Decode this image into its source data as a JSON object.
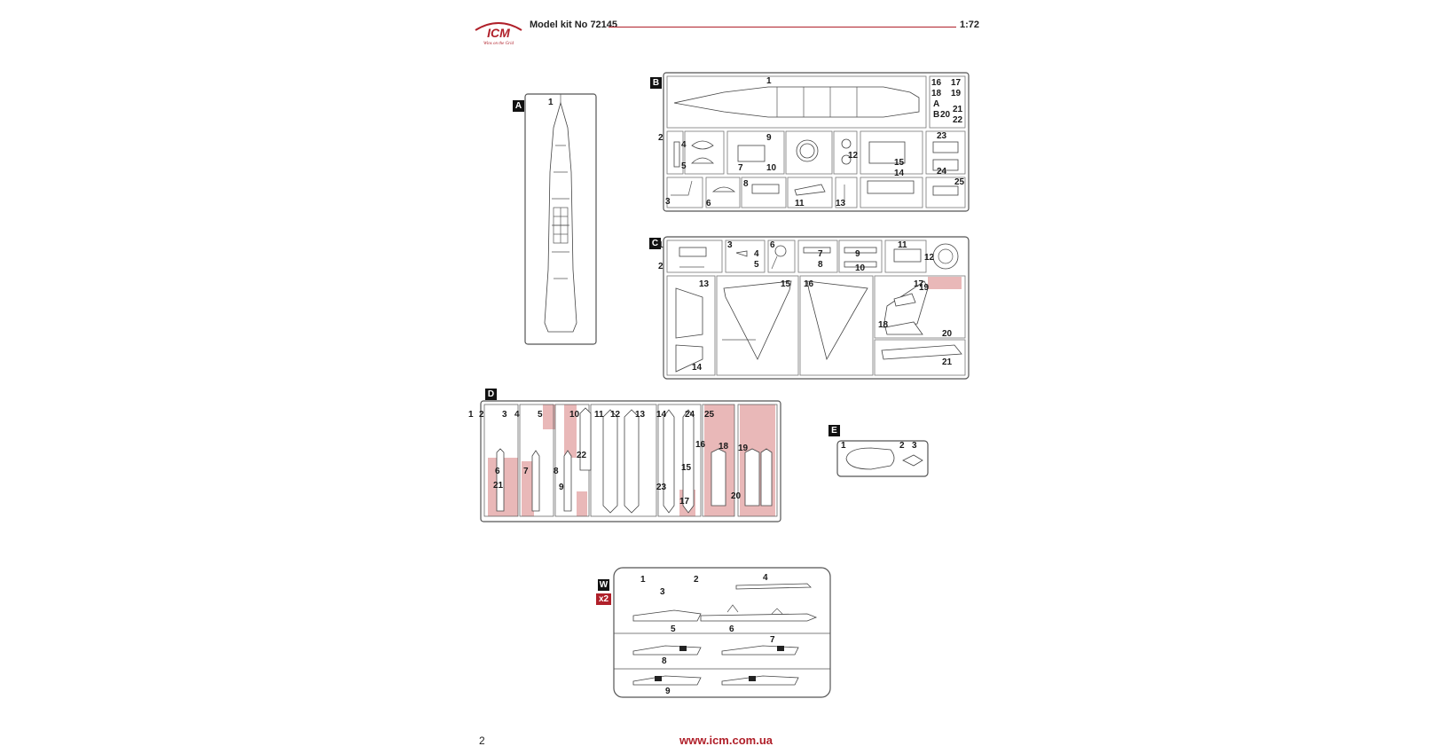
{
  "header": {
    "brand": "ICM",
    "tagline": "Wins on the Grid",
    "kit_title": "Model kit No 72145",
    "scale": "1:72"
  },
  "footer": {
    "page_number": "2",
    "website": "www.icm.com.ua"
  },
  "colors": {
    "accent_red": "#b0202a",
    "highlight_pink": "#e9b8b8",
    "line_gray": "#555555"
  },
  "sprues": {
    "A": {
      "letter": "A",
      "parts": [
        "1"
      ]
    },
    "B": {
      "letter": "B",
      "parts": [
        "1",
        "2",
        "3",
        "4",
        "5",
        "6",
        "7",
        "8",
        "9",
        "10",
        "11",
        "12",
        "13",
        "14",
        "15",
        "16",
        "17",
        "18",
        "19",
        "20",
        "21",
        "22",
        "23",
        "24",
        "25",
        "A",
        "B"
      ]
    },
    "C": {
      "letter": "C",
      "parts": [
        "1",
        "2",
        "3",
        "4",
        "5",
        "6",
        "7",
        "8",
        "9",
        "10",
        "11",
        "12",
        "13",
        "14",
        "15",
        "16",
        "17",
        "18",
        "19",
        "20",
        "21"
      ]
    },
    "D": {
      "letter": "D",
      "parts": [
        "1",
        "2",
        "3",
        "4",
        "5",
        "6",
        "7",
        "8",
        "9",
        "10",
        "11",
        "12",
        "13",
        "14",
        "15",
        "16",
        "17",
        "18",
        "19",
        "20",
        "21",
        "22",
        "23",
        "24",
        "25"
      ]
    },
    "E": {
      "letter": "E",
      "parts": [
        "1",
        "2",
        "3"
      ]
    },
    "W": {
      "letter": "W",
      "quantity": "x2",
      "parts": [
        "1",
        "2",
        "3",
        "4",
        "5",
        "6",
        "7",
        "8",
        "9"
      ]
    }
  }
}
